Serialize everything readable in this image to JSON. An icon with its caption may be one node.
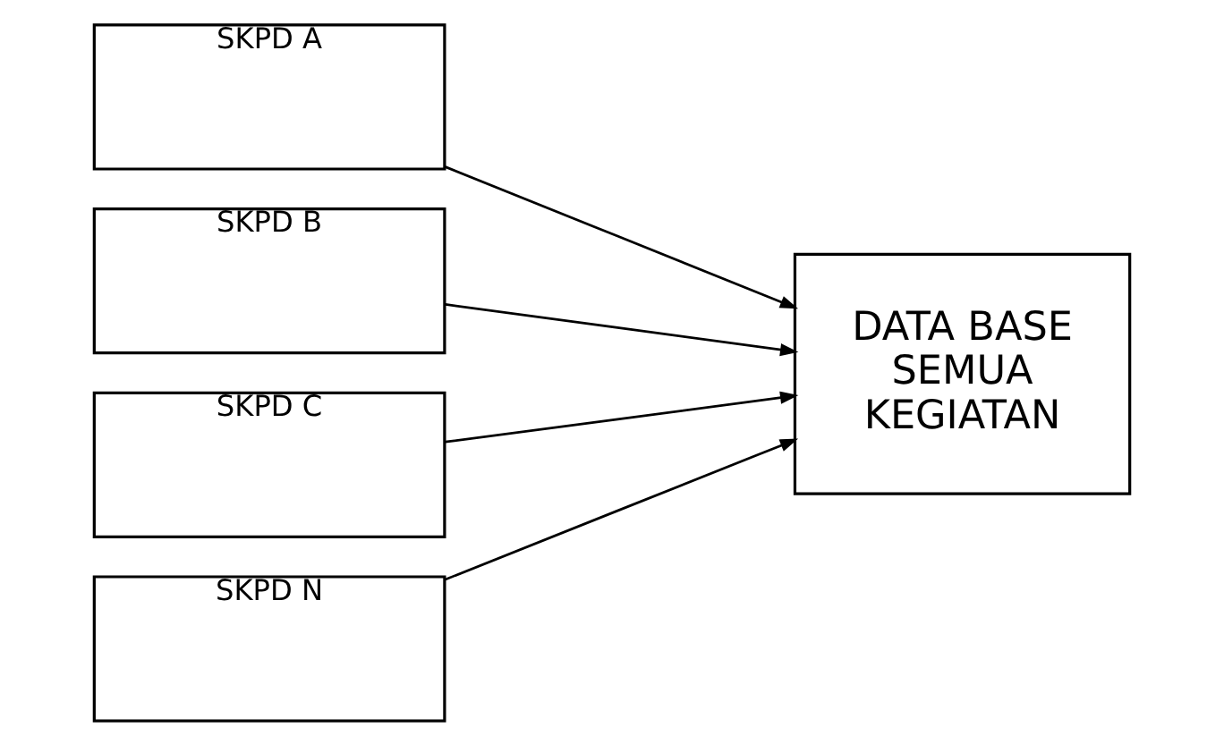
{
  "diagram": {
    "nodes": [
      {
        "text": [
          "SKPD A"
        ]
      },
      {
        "text": [
          "SKPD B"
        ]
      },
      {
        "text": [
          "SKPD C"
        ]
      },
      {
        "text": [
          "SKPD N"
        ]
      },
      {
        "text": [
          "DATA BASE SEMUA KEGIATAN"
        ]
      }
    ],
    "edges": [
      {
        "from": 0,
        "to": 4,
        "arrow": "to"
      },
      {
        "from": 1,
        "to": 4,
        "arrow": "to"
      },
      {
        "from": 2,
        "to": 4,
        "arrow": "to"
      },
      {
        "from": 3,
        "to": 4,
        "arrow": "to"
      }
    ]
  }
}
